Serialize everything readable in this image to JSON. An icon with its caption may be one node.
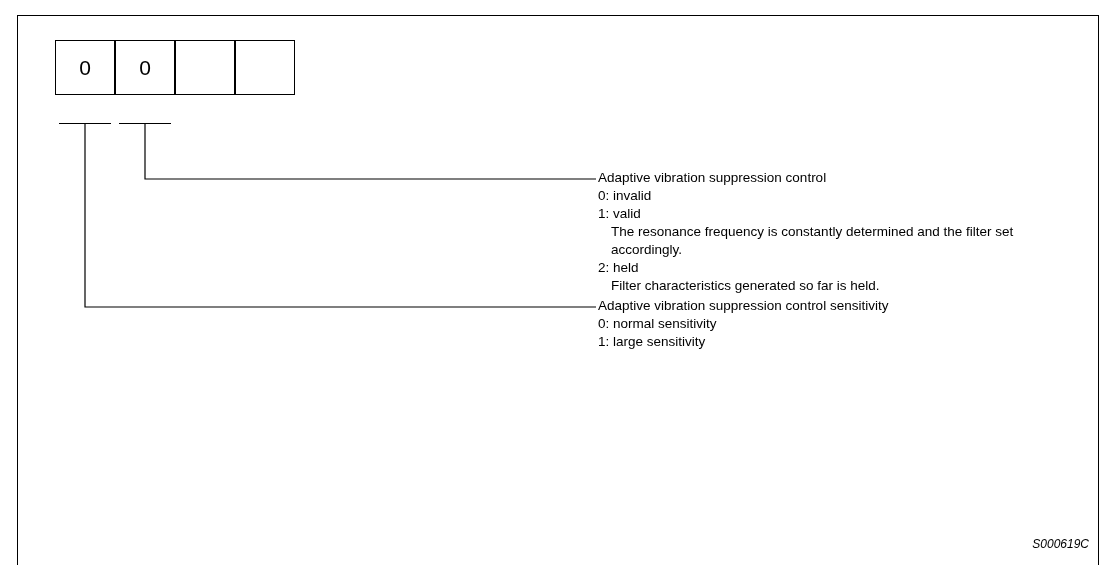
{
  "diagram": {
    "nodes": [
      {
        "text": [
          "0"
        ]
      },
      {
        "text": [
          "0"
        ]
      },
      {
        "text": [],
        "shape": "box"
      },
      {
        "text": [],
        "shape": "box"
      },
      {
        "text": [
          "Adaptive vibration suppression control",
          "0: invalid",
          "1: valid",
          "The resonance frequency is constantly determined and the filter set accordingly.",
          "2: held",
          "Filter characteristics generated so far is held."
        ]
      },
      {
        "text": [
          "Adaptive vibration suppression control sensitivity",
          "0: normal sensitivity",
          "1: large sensitivity"
        ]
      }
    ],
    "edges": [
      {
        "from": 4,
        "to": 1,
        "arrow": "none"
      },
      {
        "from": 5,
        "to": 0,
        "arrow": "none"
      }
    ],
    "labels": [
      "S000619C"
    ]
  }
}
